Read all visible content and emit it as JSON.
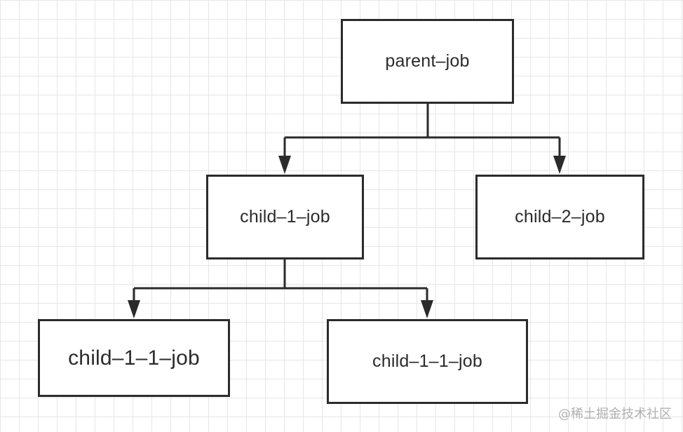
{
  "nodes": {
    "parent": {
      "label": "parent–job"
    },
    "child1": {
      "label": "child–1–job"
    },
    "child2": {
      "label": "child–2–job"
    },
    "child11a": {
      "label": "child–1–1–job"
    },
    "child11b": {
      "label": "child–1–1–job"
    }
  },
  "watermark": "@稀土掘金技术社区",
  "colors": {
    "stroke": "#2b2b2b",
    "grid": "#e6e6e6",
    "background": "#ffffff"
  }
}
